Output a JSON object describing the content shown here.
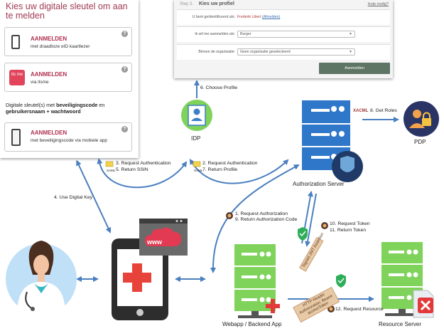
{
  "login_panel": {
    "title": "Kies uw digitale sleutel om aan te melden",
    "options": [
      {
        "label": "AANMELDEN",
        "sub": "met draadloze eID kaartlezer",
        "icon": "card-reader-icon"
      },
      {
        "label": "AANMELDEN",
        "sub": "via itsme",
        "icon": "itsme-logo"
      },
      {
        "label": "AANMELDEN",
        "sub": "met beveiligingscode via mobiele app",
        "icon": "mobile-app-icon"
      }
    ],
    "description_parts": [
      "Digitale sleutel(s) met ",
      "beveiligingscode",
      " en ",
      "gebruikersnaam + wachtwoord"
    ],
    "help_glyph": "?",
    "itsme_text": "its me"
  },
  "profile_panel": {
    "step": "Step 3.",
    "title": "Kies uw profiel",
    "help": "Hulp nodig?",
    "rows": [
      {
        "key": "U bent geïdentificeerd als:",
        "value": "Frederik Libert",
        "link": "(Afmelden)"
      },
      {
        "key": "Ik wil me aanmelden als:",
        "select": "Burger"
      },
      {
        "key": "Binnen de organisatie:",
        "select": "Geen organisatie geselecteerd"
      }
    ],
    "button": "Aanmelden"
  },
  "nodes": {
    "idp": "IDP",
    "auth_server": "Authorization Server",
    "pdp": "PDP",
    "webapp": "Webapp / Backend App",
    "resource_server": "Resource Server",
    "www": "www"
  },
  "steps": {
    "s6": "6. Choose Profile",
    "s3": "3. Request Authentication",
    "s5": "5. Return SSIN",
    "s2": "2. Request Authentication",
    "s7": "7. Return Profile",
    "s8": "8. Get Roles",
    "s4": "4. Use Digital Key",
    "s1": "1. Request Authorization",
    "s9": "9. Return Authorization Code",
    "s10": "10. Request Token",
    "s11": "11. Return Token",
    "s12": "12. Request Resource"
  },
  "tags": {
    "saml": "SAML",
    "xacml": "XACML",
    "signed_jwt": "Signed JWT Assertion",
    "http_header": "HTTP Header Authorization: Bearer accessToken"
  },
  "colors": {
    "accent": "#a03a55",
    "server_blue": "#2f77c9",
    "server_green": "#8fdc6a",
    "arrow": "#4a7fc0"
  }
}
